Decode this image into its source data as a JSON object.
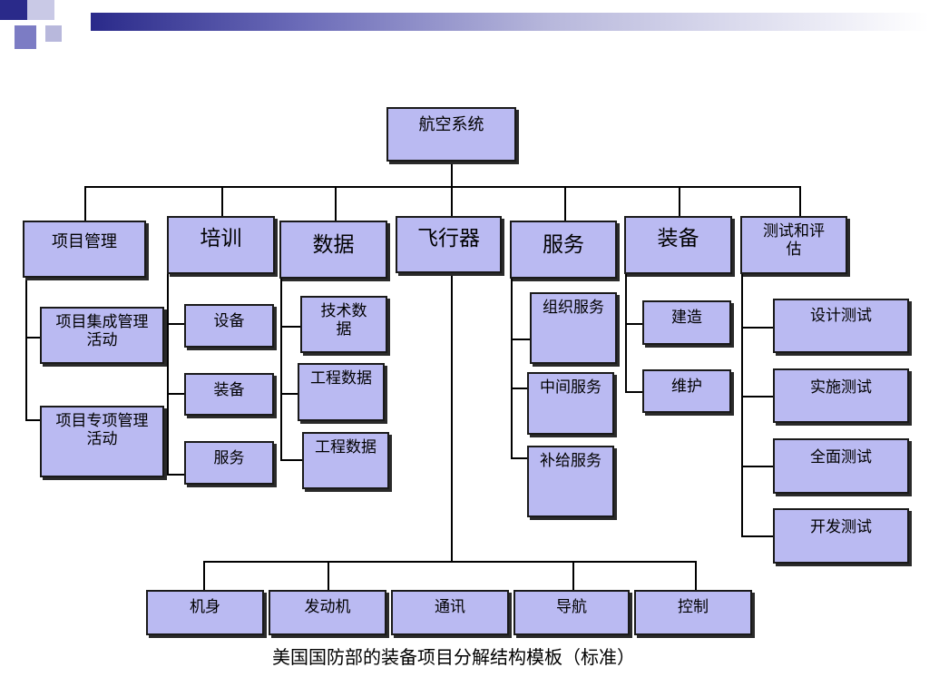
{
  "colors": {
    "box_fill": "#babaf2",
    "box_border": "#1a1a1a",
    "deco_dark": "#2a2a8a",
    "deco_light": "#7c7cc4"
  },
  "diagram": {
    "root": "航空系统",
    "branches": {
      "project_mgmt": {
        "label": "项目管理",
        "children": [
          "项目集成管理活动",
          "项目专项管理活动"
        ]
      },
      "training": {
        "label": "培训",
        "children": [
          "设备",
          "装备",
          "服务"
        ]
      },
      "data": {
        "label": "数据",
        "children": [
          "技术数据",
          "工程数据",
          "工程数据"
        ]
      },
      "aircraft": {
        "label": "飞行器",
        "children": [
          "机身",
          "发动机",
          "通讯",
          "导航",
          "控制"
        ]
      },
      "service": {
        "label": "服务",
        "children": [
          "组织服务",
          "中间服务",
          "补给服务"
        ]
      },
      "equipment": {
        "label": "装备",
        "children": [
          "建造",
          "维护"
        ]
      },
      "test": {
        "label": "测试和评估",
        "children": [
          "设计测试",
          "实施测试",
          "全面测试",
          "开发测试"
        ]
      }
    }
  },
  "caption": "美国国防部的装备项目分解结构模板（标准）"
}
